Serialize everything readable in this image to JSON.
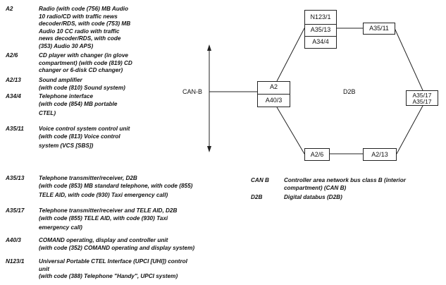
{
  "legend_left": [
    {
      "code": "A2",
      "lines": [
        "Radio (with code (756) MB Audio",
        "10 radio/CD with traffic news",
        "decoder/RDS, with code (753) MB",
        "Audio 10 CC radio with traffic",
        "news decoder/RDS, with code",
        "(353) Audio 30 APS)"
      ]
    },
    {
      "code": "A2/6",
      "lines": [
        "CD player with changer (in glove",
        "compartment) (with code (819) CD",
        "changer or 6-disk CD changer)"
      ]
    },
    {
      "code": "A2/13",
      "lines": [
        "Sound amplifier",
        "(with code (810) Sound system)"
      ]
    },
    {
      "code": "A34/4",
      "lines": [
        "Telephone interface",
        "(with code (854) MB portable",
        "CTEL)"
      ]
    },
    {
      "code": "A35/11",
      "lines": [
        "Voice control system control unit",
        "(with code (813) Voice control",
        "system (VCS [SBS])"
      ]
    }
  ],
  "legend_bottom": [
    {
      "code": "A35/13",
      "lines": [
        "Telephone transmitter/receiver, D2B",
        "(with code (853) MB standard telephone, with code (855)",
        "TELE AID, with code (930) Taxi emergency call)"
      ]
    },
    {
      "code": "A35/17",
      "lines": [
        "Telephone transmitter/receiver and TELE AID, D2B",
        "(with code (855) TELE AID, with code (930) Taxi",
        "emergency call)"
      ]
    },
    {
      "code": "A40/3",
      "lines": [
        "COMAND operating, display and controller unit",
        "(with code (352) COMAND operating and display system)"
      ]
    },
    {
      "code": "N123/1",
      "lines": [
        "Universal Portable CTEL Interface (UPCI [UHI]) control",
        "unit",
        "(with code (388) Telephone \"Handy\", UPCI system)"
      ]
    }
  ],
  "legend_right": [
    {
      "code": "CAN B",
      "lines": [
        "Controller area network bus class B (interior",
        "compartment) (CAN B)"
      ]
    },
    {
      "code": "D2B",
      "lines": [
        "Digital databus (D2B)"
      ]
    }
  ],
  "diagram": {
    "can_label": "CAN-B",
    "d2b_label": "D2B",
    "node_top": [
      "N123/1",
      "A35/13",
      "A34/4"
    ],
    "node_left": [
      "A2",
      "A40/3"
    ],
    "node_a3511": "A35/11",
    "node_right": [
      "A35/17",
      "A35/17"
    ],
    "node_a26": "A2/6",
    "node_a213": "A2/13"
  }
}
